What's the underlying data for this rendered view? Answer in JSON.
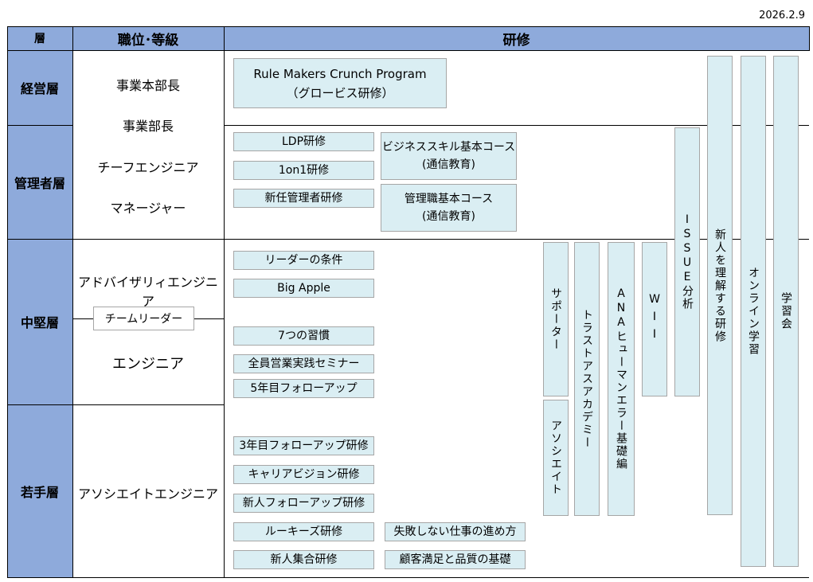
{
  "date": "2026.2.9",
  "headers": {
    "layer": "層",
    "position": "職位･等級",
    "training": "研修"
  },
  "layers": {
    "executive": "経営層",
    "manager": "管理者層",
    "mid": "中堅層",
    "junior": "若手層"
  },
  "positions": {
    "business_head": "事業本部長",
    "business_manager": "事業部長",
    "chief_engineer": "チーフエンジニア",
    "manager": "マネージャー",
    "advisory_engineer": "アドバイザリィエンジニア",
    "team_leader": "チームリーダー",
    "engineer": "エンジニア",
    "associate_engineer": "アソシエイトエンジニア"
  },
  "trainings": {
    "rule_makers_1": "Rule Makers Crunch Program",
    "rule_makers_2": "（グロービス研修）",
    "ldp": "LDP研修",
    "one_on_one": "1on1研修",
    "new_manager": "新任管理者研修",
    "biz_skill_1": "ビジネススキル基本コース",
    "biz_skill_2": "(通信教育)",
    "mgmt_basic_1": "管理職基本コース",
    "mgmt_basic_2": "(通信教育)",
    "leader_conditions": "リーダーの条件",
    "big_apple": "Big Apple",
    "seven_habits": "7つの習慣",
    "sales_seminar": "全員営業実践セミナー",
    "fifth_year": "5年目フォローアップ",
    "third_year": "3年目フォローアップ研修",
    "career_vision": "キャリアビジョン研修",
    "newcomer_follow": "新人フォローアップ研修",
    "rookies": "ルーキーズ研修",
    "no_fail_work": "失敗しない仕事の進め方",
    "newcomer_joint": "新人集合研修",
    "customer_quality": "顧客満足と品質の基礎"
  },
  "vertical": {
    "supporter": "サポーター",
    "associate": "アソシエイト",
    "trust_academy": "トラストアスアカデミー",
    "ana": "ANAヒューマンエラー基礎編",
    "wii": "WII",
    "issue": "ISSUE分析",
    "understand_newcomer": "新人を理解する研修",
    "online": "オンライン学習",
    "study_group": "学習会"
  }
}
